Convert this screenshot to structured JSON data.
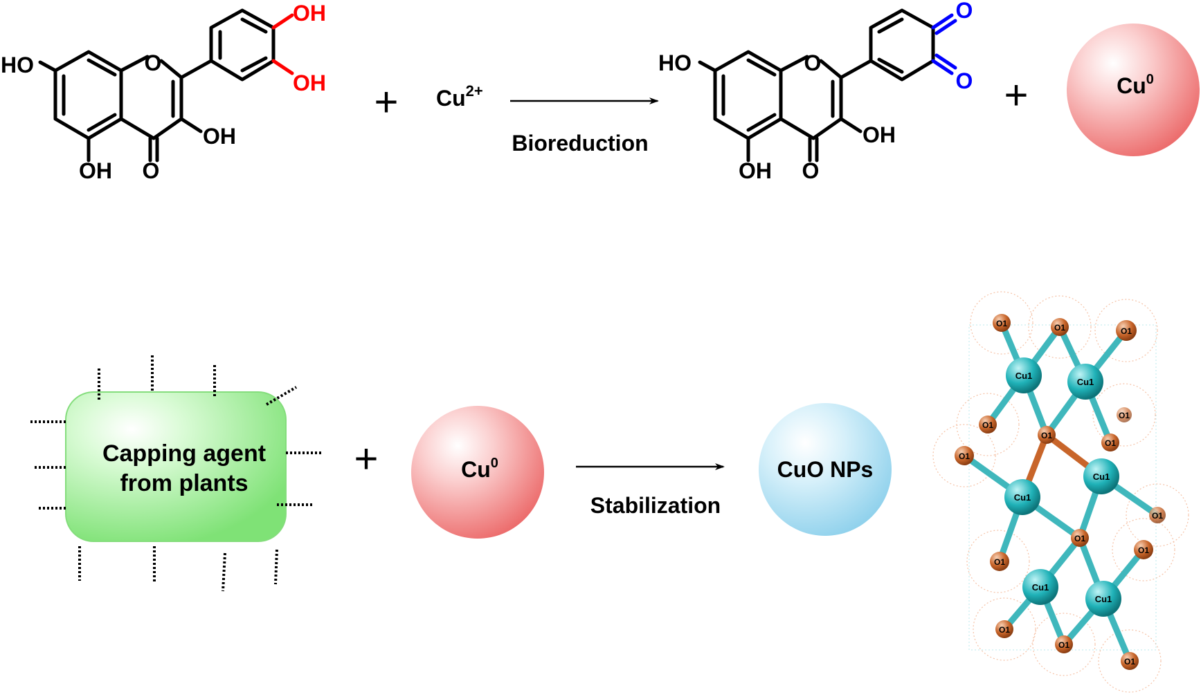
{
  "reaction1": {
    "reactant_labels": {
      "oh_top": "OH",
      "oh_mid": "OH",
      "ho_left": "HO",
      "oh_3": "OH",
      "oh_5": "OH",
      "o_ring": "O",
      "o_keto": "O"
    },
    "plus": "+",
    "cu_base": "Cu",
    "cu_charge": "2+",
    "arrow_label": "Bioreduction",
    "product_labels": {
      "ho_left": "HO",
      "o_ring": "O",
      "oh_3": "OH",
      "oh_5": "OH",
      "o_keto": "O",
      "quinone_o1": "O",
      "quinone_o2": "O"
    },
    "plus2": "+",
    "cu0_base": "Cu",
    "cu0_sup": "0"
  },
  "reaction2": {
    "capping_line1": "Capping agent",
    "capping_line2": "from plants",
    "plus": "+",
    "cu0_base": "Cu",
    "cu0_sup": "0",
    "arrow_label": "Stabilization",
    "cuo_label": "CuO NPs"
  },
  "lattice": {
    "cu_label": "Cu1",
    "o_label": "O1"
  },
  "colors": {
    "hydroxyl_red": "#ff0000",
    "quinone_blue": "#0000ff",
    "cu0_sphere": "#f07a7a",
    "cuo_sphere": "#a9dcf0",
    "capping_green": "#9ef09a",
    "lattice_cu": "#20b2b8",
    "lattice_o": "#c8652a"
  }
}
